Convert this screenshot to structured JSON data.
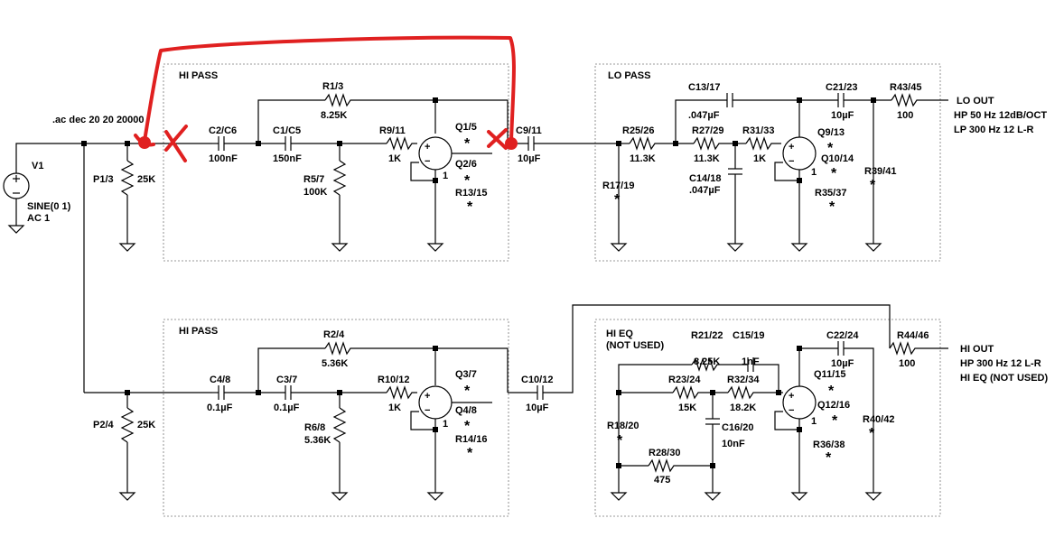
{
  "directive": ".ac dec 20 20 20000",
  "source": {
    "name": "V1",
    "value1": "SINE(0 1)",
    "value2": "AC 1"
  },
  "pots": {
    "p1": "P1/3",
    "p1_val": "25K",
    "p2": "P2/4",
    "p2_val": "25K"
  },
  "hp1": {
    "title": "HI PASS",
    "r1": "R1/3",
    "r1_val": "8.25K",
    "c2": "C2/C6",
    "c2_val": "100nF",
    "c1": "C1/C5",
    "c1_val": "150nF",
    "r9": "R9/11",
    "r9_val": "1K",
    "r5": "R5/7",
    "r5_val": "100K",
    "q1": "Q1/5",
    "q2": "Q2/6",
    "r13": "R13/15",
    "c9": "C9/11",
    "c9_val": "10µF"
  },
  "lp": {
    "title": "LO PASS",
    "c13": "C13/17",
    "c13_val": ".047µF",
    "c21": "C21/23",
    "c21_val": "10µF",
    "r43": "R43/45",
    "r43_val": "100",
    "r25": "R25/26",
    "r25_val": "11.3K",
    "r27": "R27/29",
    "r27_val": "11.3K",
    "r31": "R31/33",
    "r31_val": "1K",
    "c14": "C14/18",
    "c14_val": ".047µF",
    "r17": "R17/19",
    "q9": "Q9/13",
    "q10": "Q10/14",
    "r35": "R35/37",
    "r39": "R39/41"
  },
  "lo_out": {
    "title": "LO OUT",
    "line1": "HP 50 Hz 12dB/OCT",
    "line2": "LP 300 Hz 12 L-R"
  },
  "hp2": {
    "title": "HI PASS",
    "r2": "R2/4",
    "r2_val": "5.36K",
    "c4": "C4/8",
    "c4_val": "0.1µF",
    "c3": "C3/7",
    "c3_val": "0.1µF",
    "r10": "R10/12",
    "r10_val": "1K",
    "r6": "R6/8",
    "r6_val": "5.36K",
    "q3": "Q3/7",
    "q4": "Q4/8",
    "r14": "R14/16",
    "c10": "C10/12",
    "c10_val": "10µF"
  },
  "eq": {
    "title1": "HI EQ",
    "title2": "(NOT USED)",
    "r21": "R21/22",
    "r21_val": "8.25K",
    "c15": "C15/19",
    "c15_val": "1nF",
    "c22": "C22/24",
    "c22_val": "10µF",
    "r23": "R23/24",
    "r23_val": "15K",
    "r32": "R32/34",
    "r32_val": "18.2K",
    "c16": "C16/20",
    "c16_val": "10nF",
    "r28": "R28/30",
    "r28_val": "475",
    "r18": "R18/20",
    "q11": "Q11/15",
    "q12": "Q12/16",
    "r36": "R36/38",
    "r40": "R40/42"
  },
  "r44": {
    "name": "R44/46",
    "val": "100"
  },
  "hi_out": {
    "title": "HI OUT",
    "line1": "HP 300 Hz 12 L-R",
    "line2": "HI EQ (NOT USED)"
  },
  "opamp_pin": "1"
}
